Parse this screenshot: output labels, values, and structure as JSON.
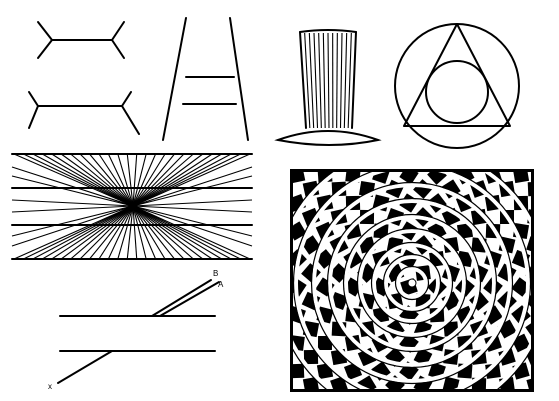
{
  "figures": [
    {
      "id": "muller-lyer"
    },
    {
      "id": "ponzo"
    },
    {
      "id": "top-hat"
    },
    {
      "id": "circle-triangle-circle"
    },
    {
      "id": "hering"
    },
    {
      "id": "fraser-spiral"
    },
    {
      "id": "poggendorff",
      "labels": {
        "b": "B",
        "a": "A",
        "x": "x"
      }
    }
  ],
  "colors": {
    "ink": "#000000",
    "paper": "#ffffff"
  }
}
